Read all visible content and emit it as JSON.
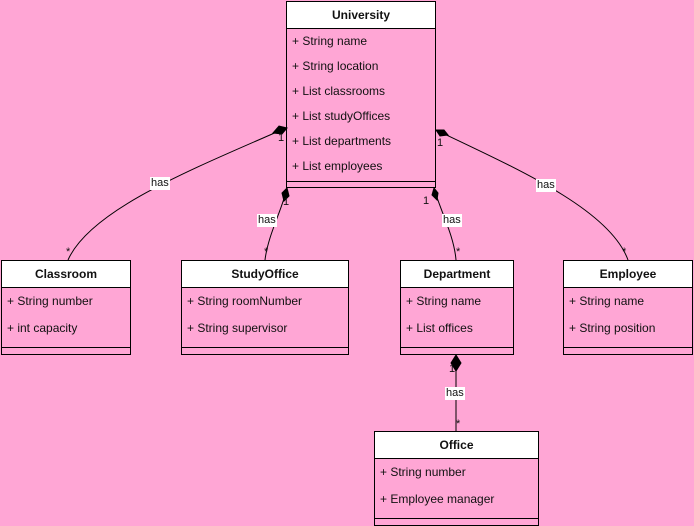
{
  "classes": {
    "university": {
      "name": "University",
      "attributes": [
        "+ String name",
        "+ String location",
        "+ List classrooms",
        "+ List studyOffices",
        "+ List departments",
        "+ List employees"
      ]
    },
    "classroom": {
      "name": "Classroom",
      "attributes": [
        "+ String number",
        "+ int capacity"
      ]
    },
    "studyoffice": {
      "name": "StudyOffice",
      "attributes": [
        "+ String roomNumber",
        "+ String supervisor"
      ]
    },
    "department": {
      "name": "Department",
      "attributes": [
        "+ String name",
        "+ List offices"
      ]
    },
    "employee": {
      "name": "Employee",
      "attributes": [
        "+ String name",
        "+ String position"
      ]
    },
    "office": {
      "name": "Office",
      "attributes": [
        "+ String number",
        "+ Employee manager"
      ]
    }
  },
  "relations": [
    {
      "from": "university",
      "to": "classroom",
      "label": "has",
      "source_mult": "1",
      "target_mult": "*"
    },
    {
      "from": "university",
      "to": "studyoffice",
      "label": "has",
      "source_mult": "1",
      "target_mult": "*"
    },
    {
      "from": "university",
      "to": "department",
      "label": "has",
      "source_mult": "1",
      "target_mult": "*"
    },
    {
      "from": "university",
      "to": "employee",
      "label": "has",
      "source_mult": "1",
      "target_mult": "*"
    },
    {
      "from": "department",
      "to": "office",
      "label": "has",
      "source_mult": "1",
      "target_mult": "*"
    }
  ]
}
